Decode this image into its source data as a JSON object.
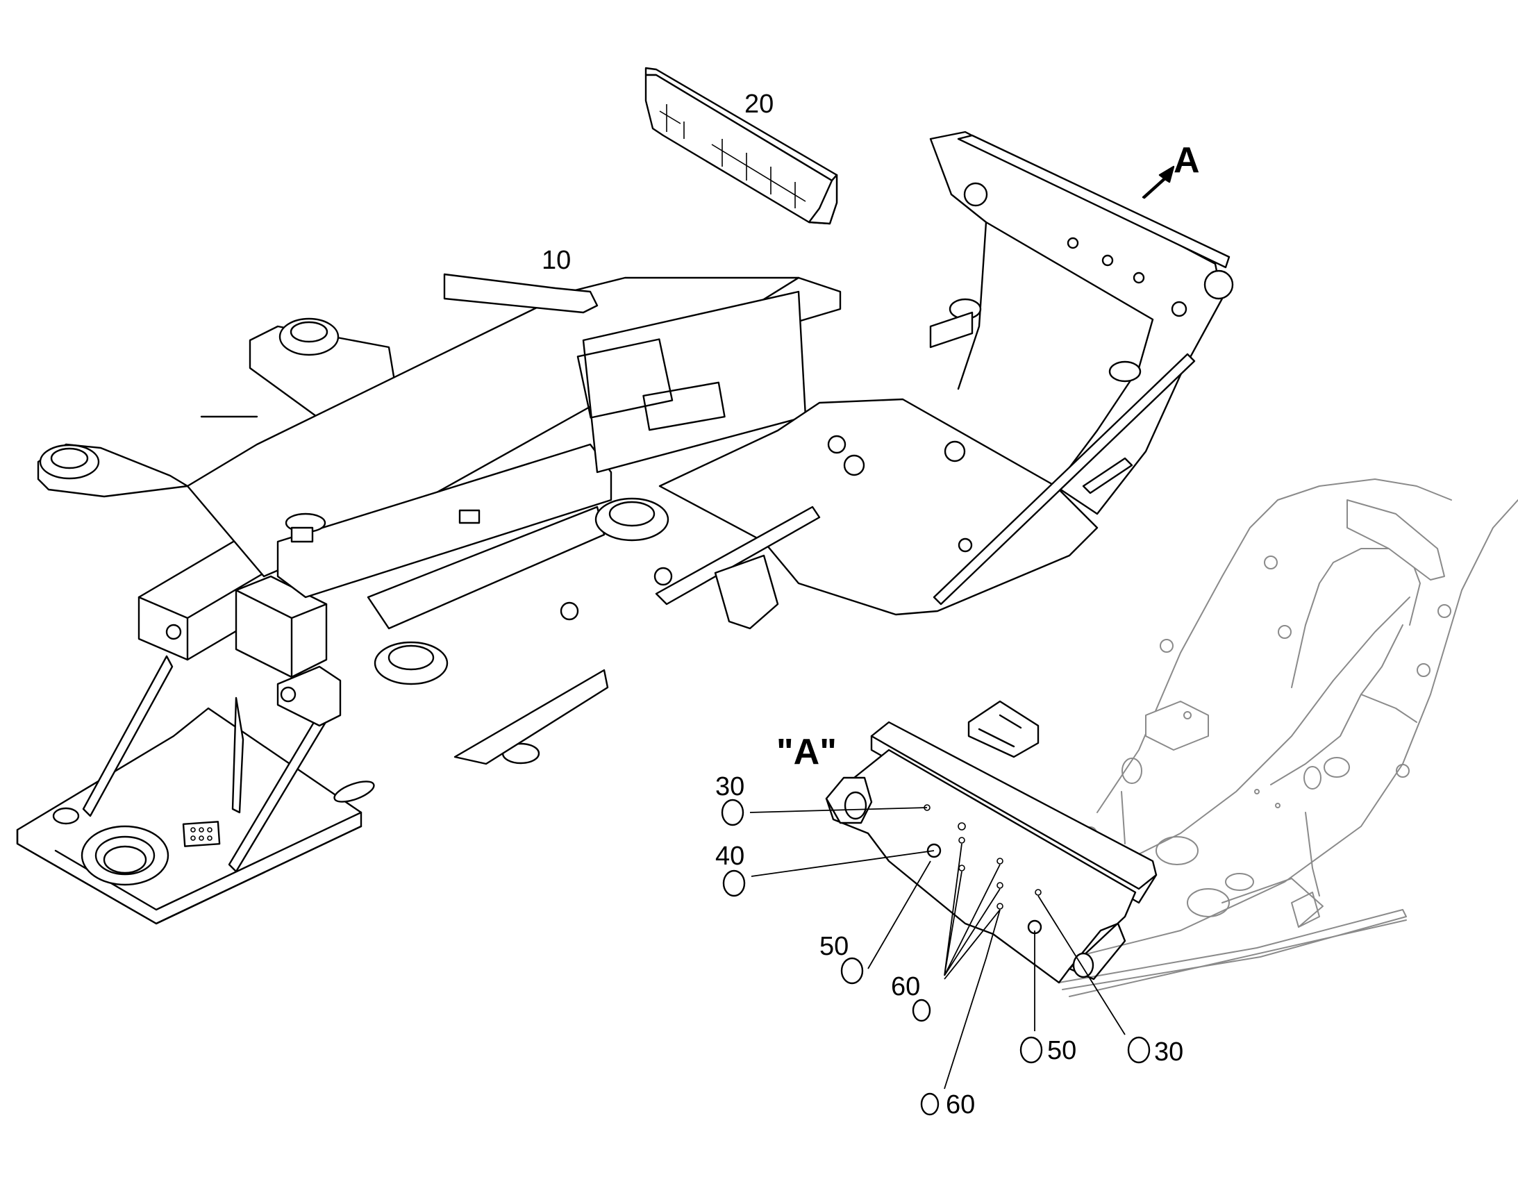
{
  "view_marker": {
    "letter": "A"
  },
  "detail_view": {
    "title": "\"A\""
  },
  "callouts": {
    "frame": "10",
    "counterweight_plate": "20",
    "upper_30": "30",
    "upper_40": "40",
    "left_50": "50",
    "left_60": "60",
    "bottom_60": "60",
    "bottom_50": "50",
    "bottom_30": "30"
  }
}
